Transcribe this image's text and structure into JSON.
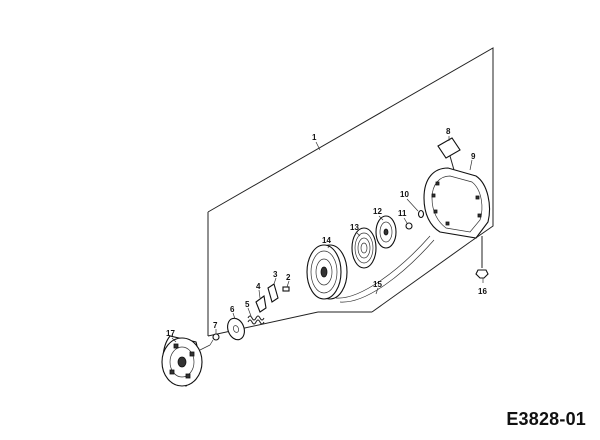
{
  "drawing": {
    "code": "E3828-01",
    "callouts": [
      "1",
      "2",
      "3",
      "4",
      "5",
      "6",
      "7",
      "8",
      "9",
      "10",
      "11",
      "12",
      "13",
      "14",
      "15",
      "16",
      "17"
    ]
  }
}
